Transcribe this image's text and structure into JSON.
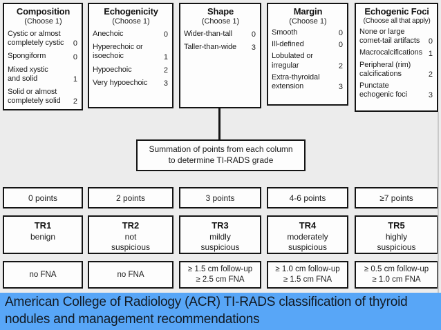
{
  "diagram": {
    "columns": [
      {
        "title": "Composition",
        "subtitle": "(Choose 1)",
        "items": [
          {
            "label": "Cystic or almost\ncompletely cystic",
            "score": "0"
          },
          {
            "label": "Spongiform",
            "score": "0"
          },
          {
            "label": "Mixed xystic\nand solid",
            "score": "1"
          },
          {
            "label": "Solid or almost\ncompletely solid",
            "score": "2"
          }
        ]
      },
      {
        "title": "Echogenicity",
        "subtitle": "(Choose 1)",
        "items": [
          {
            "label": "Anechoic",
            "score": "0"
          },
          {
            "label": "Hyperechoic or\nisoechoic",
            "score": "1"
          },
          {
            "label": "Hypoechoic",
            "score": "2"
          },
          {
            "label": "Very hypoechoic",
            "score": "3"
          }
        ]
      },
      {
        "title": "Shape",
        "subtitle": "(Choose 1)",
        "items": [
          {
            "label": "Wider-than-tall",
            "score": "0"
          },
          {
            "label": "Taller-than-wide",
            "score": "3"
          }
        ]
      },
      {
        "title": "Margin",
        "subtitle": "(Choose 1)",
        "items": [
          {
            "label": "Smooth",
            "score": "0"
          },
          {
            "label": "Ill-defined",
            "score": "0"
          },
          {
            "label": "Lobulated or\nirregular",
            "score": "2"
          },
          {
            "label": "Extra-thyroidal\nextension",
            "score": "3"
          }
        ]
      },
      {
        "title": "Echogenic Foci",
        "subtitle": "(Choose all that apply)",
        "items": [
          {
            "label": "None or large\ncomet-tail artifacts",
            "score": "0"
          },
          {
            "label": "Macrocalcifications",
            "score": "1"
          },
          {
            "label": "Peripheral (rim)\ncalcifications",
            "score": "2"
          },
          {
            "label": "Punctate\nechogenic foci",
            "score": "3"
          }
        ]
      }
    ],
    "summation": "Summation of points from each column to determine TI-RADS grade",
    "grades": [
      {
        "points": "0 points",
        "grade": "TR1",
        "risk": "benign",
        "recommendation": "no FNA"
      },
      {
        "points": "2 points",
        "grade": "TR2",
        "risk": "not\nsuspicious",
        "recommendation": "no FNA"
      },
      {
        "points": "3 points",
        "grade": "TR3",
        "risk": "mildly\nsuspicious",
        "recommendation": "≥ 1.5 cm follow-up\n≥ 2.5 cm FNA"
      },
      {
        "points": "4-6 points",
        "grade": "TR4",
        "risk": "moderately\nsuspicious",
        "recommendation": "≥ 1.0 cm follow-up\n≥ 1.5 cm FNA"
      },
      {
        "points": "≥7 points",
        "grade": "TR5",
        "risk": "highly\nsuspicious",
        "recommendation": "≥ 0.5 cm follow-up\n≥ 1.0 cm FNA"
      }
    ],
    "caption": "American College of Radiology (ACR) TI-RADS classification of thyroid nodules and management recommendations",
    "colors": {
      "caption_bg": "#58a6f7",
      "caption_text": "#111a24",
      "box_border": "#141414",
      "box_bg": "#fdfdfd",
      "page_bg": "#ececec"
    }
  }
}
